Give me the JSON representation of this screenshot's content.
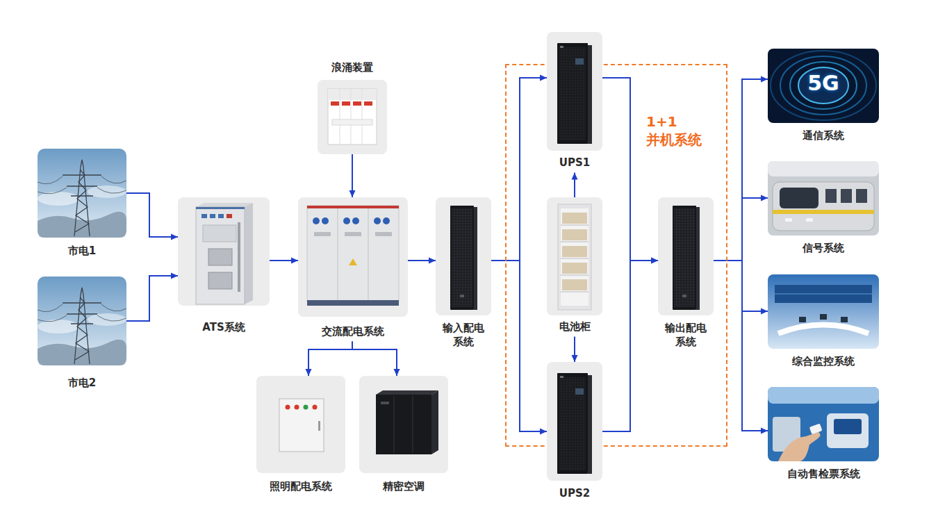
{
  "diagram": {
    "nodes": [
      {
        "text": [
          "市电1"
        ]
      },
      {
        "text": [
          "市电2"
        ]
      },
      {
        "text": [
          "ATS系统"
        ]
      },
      {
        "text": [
          "浪涌装置"
        ]
      },
      {
        "text": [
          "交流配电系统"
        ]
      },
      {
        "text": [
          "照明配电系统"
        ]
      },
      {
        "text": [
          "精密空调"
        ]
      },
      {
        "text": [
          "输入配电 系统"
        ]
      },
      {
        "text": [
          "1+1 并机系统"
        ]
      },
      {
        "text": [
          "UPS1"
        ],
        "in": 8
      },
      {
        "text": [
          "电池柜"
        ],
        "in": 8
      },
      {
        "text": [
          "UPS2"
        ],
        "in": 8
      },
      {
        "text": [
          "输出配电 系统"
        ]
      },
      {
        "text": [
          "通信系统"
        ]
      },
      {
        "text": [
          "信号系统"
        ]
      },
      {
        "text": [
          "综合监控系统"
        ]
      },
      {
        "text": [
          "自动售检票系统"
        ]
      }
    ],
    "edges": [
      {
        "from": 0,
        "to": 2,
        "arrow": "to"
      },
      {
        "from": 1,
        "to": 2,
        "arrow": "to"
      },
      {
        "from": 3,
        "to": 4,
        "arrow": "to"
      },
      {
        "from": 2,
        "to": 4,
        "arrow": "to"
      },
      {
        "from": 4,
        "to": 5,
        "arrow": "to"
      },
      {
        "from": 4,
        "to": 6,
        "arrow": "to"
      },
      {
        "from": 4,
        "to": 7,
        "arrow": "to"
      },
      {
        "from": 7,
        "to": 9,
        "arrow": "to"
      },
      {
        "from": 7,
        "to": 11,
        "arrow": "to"
      },
      {
        "from": 10,
        "to": 9,
        "arrow": "to"
      },
      {
        "from": 10,
        "to": 11,
        "arrow": "to"
      },
      {
        "from": 9,
        "to": 12,
        "arrow": "to"
      },
      {
        "from": 11,
        "to": 12,
        "arrow": "to"
      },
      {
        "from": 12,
        "to": 13,
        "arrow": "to"
      },
      {
        "from": 12,
        "to": 14,
        "arrow": "to"
      },
      {
        "from": 12,
        "to": 15,
        "arrow": "to"
      },
      {
        "from": 12,
        "to": 16,
        "arrow": "to"
      }
    ],
    "labels": [
      "5G"
    ]
  }
}
